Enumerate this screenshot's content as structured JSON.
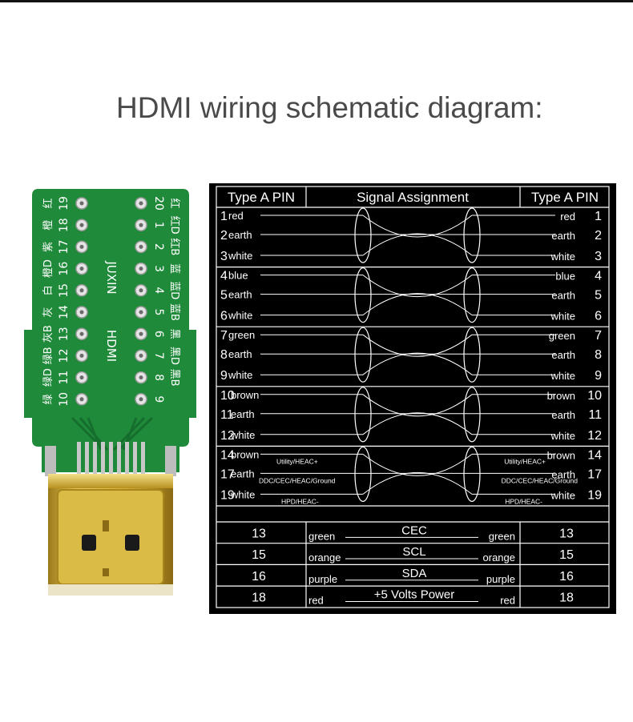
{
  "title": "HDMI wiring schematic diagram:",
  "board": {
    "brand": "JUXIN",
    "model": "HDMI",
    "top_numbers": [
      "20",
      "1",
      "2",
      "3",
      "4",
      "5",
      "6",
      "7",
      "8",
      "9"
    ],
    "bottom_numbers": [
      "19",
      "18",
      "17",
      "16",
      "15",
      "14",
      "13",
      "12",
      "11",
      "10"
    ],
    "top_colors": [
      "红",
      "红D",
      "红B",
      "蓝",
      "蓝D",
      "蓝B",
      "黑",
      "黑D",
      "黑B",
      ""
    ],
    "bottom_colors": [
      "红",
      "橙",
      "紫",
      "橙D",
      "白",
      "灰",
      "灰B",
      "绿B",
      "绿D",
      "绿"
    ]
  },
  "schematic": {
    "header": {
      "left": "Type A PIN",
      "center": "Signal Assignment",
      "right": "Type A PIN"
    },
    "pairs": [
      [
        {
          "num": "1",
          "color": "red"
        },
        {
          "num": "2",
          "color": "earth"
        },
        {
          "num": "3",
          "color": "white"
        }
      ],
      [
        {
          "num": "4",
          "color": "blue"
        },
        {
          "num": "5",
          "color": "earth"
        },
        {
          "num": "6",
          "color": "white"
        }
      ],
      [
        {
          "num": "7",
          "color": "green"
        },
        {
          "num": "8",
          "color": "earth"
        },
        {
          "num": "9",
          "color": "white"
        }
      ],
      [
        {
          "num": "10",
          "color": "brown"
        },
        {
          "num": "11",
          "color": "earth"
        },
        {
          "num": "12",
          "color": "white"
        }
      ],
      [
        {
          "num": "14",
          "color": "brown"
        },
        {
          "num": "17",
          "color": "earth"
        },
        {
          "num": "19",
          "color": "white"
        }
      ]
    ],
    "last_pair_labels": {
      "top": "Utility/HEAC+",
      "middle": "DDC/CEC/HEAC/Ground",
      "bottom": "HPD/HEAC-"
    },
    "singles": [
      {
        "num": "13",
        "color": "green",
        "signal": "CEC"
      },
      {
        "num": "15",
        "color": "orange",
        "signal": "SCL"
      },
      {
        "num": "16",
        "color": "purple",
        "signal": "SDA"
      },
      {
        "num": "18",
        "color": "red",
        "signal": "+5 Volts Power"
      }
    ]
  },
  "colors": {
    "pcb_green": "#1f8a3a",
    "pcb_dark": "#146b2a",
    "gold": "#c9a227",
    "text_grey": "#4a4a4a"
  }
}
